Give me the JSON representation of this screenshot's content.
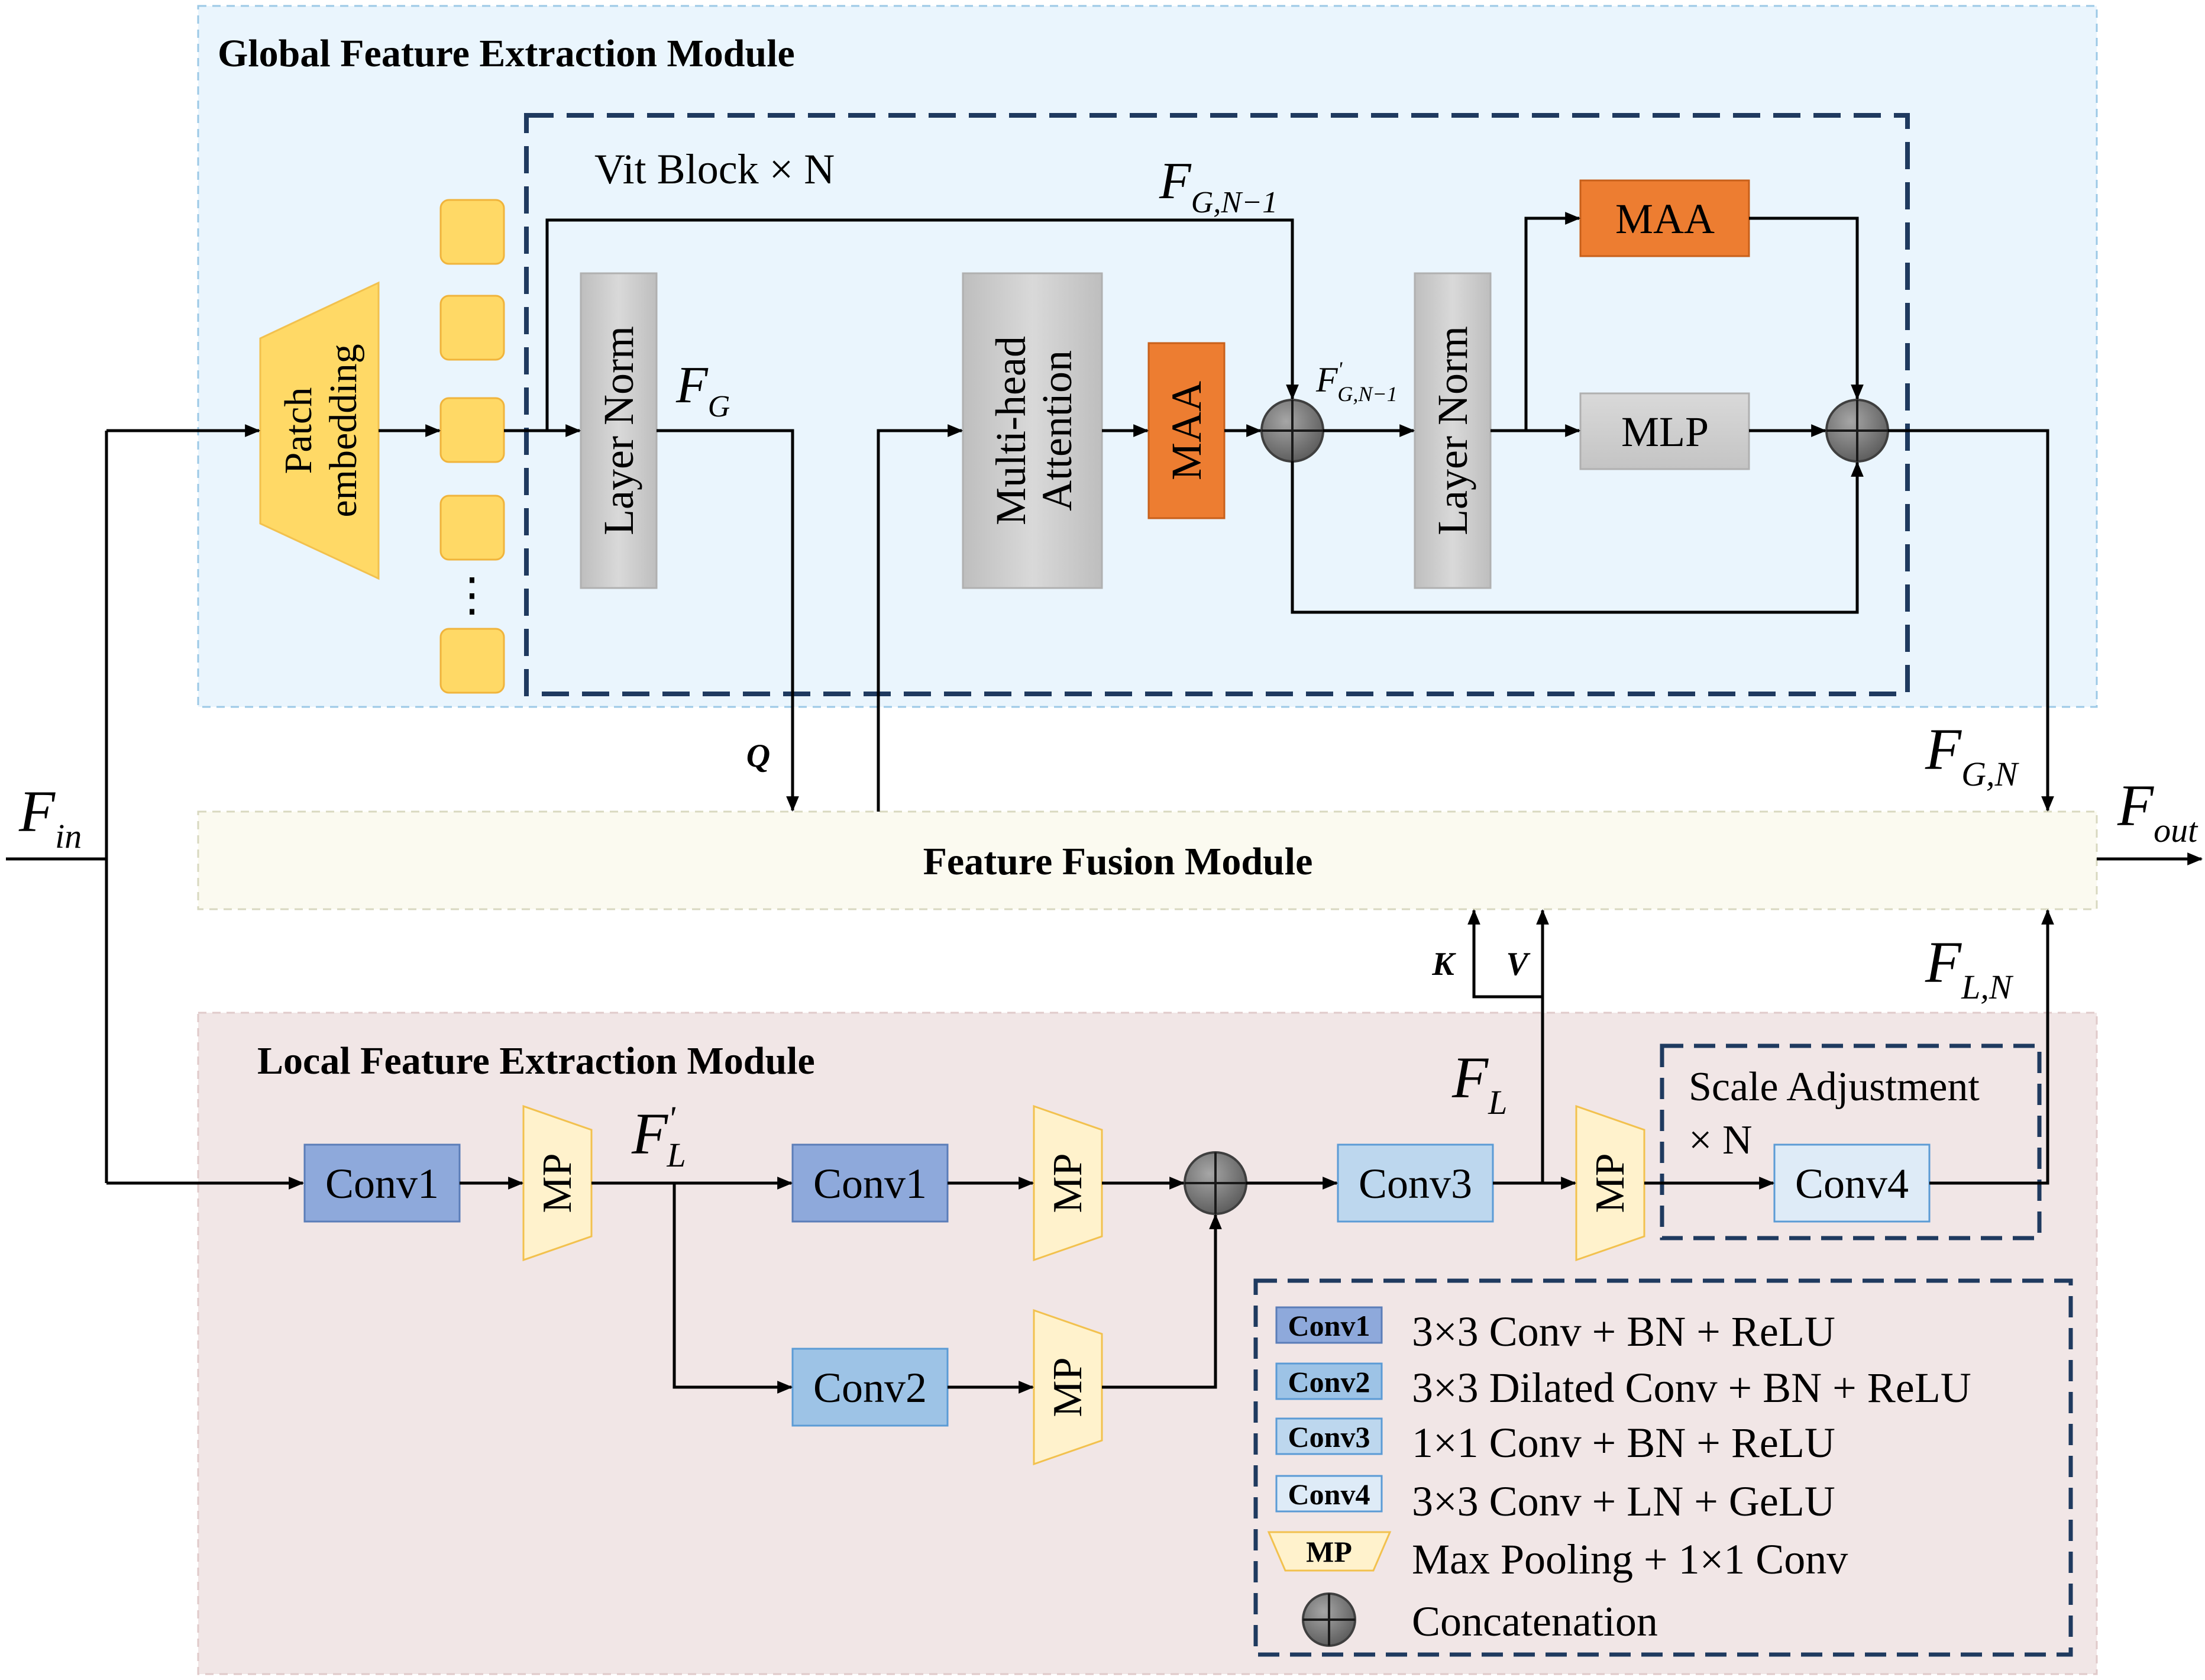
{
  "global_module": {
    "title": "Global Feature Extraction Module",
    "vit_block_label": "Vit Block × N",
    "patch_embedding": [
      "Patch",
      "embedding"
    ],
    "patch_dots": "⋮",
    "layer_norm": "Layer Norm",
    "multi_head_attention": [
      "Multi-head",
      "Attention"
    ],
    "maa": "MAA",
    "mlp": "MLP"
  },
  "fusion_module": {
    "title": "Feature Fusion Module"
  },
  "local_module": {
    "title": "Local Feature Extraction Module",
    "conv1": "Conv1",
    "conv2": "Conv2",
    "conv3": "Conv3",
    "conv4": "Conv4",
    "mp": "MP",
    "scale_adjustment": [
      "Scale Adjustment",
      "× N"
    ]
  },
  "signals": {
    "f_in": {
      "base": "F",
      "sub": "in"
    },
    "f_out": {
      "base": "F",
      "sub": "out"
    },
    "f_g": {
      "base": "F",
      "sub": "G"
    },
    "f_g_n1": {
      "base": "F",
      "sub": "G,N−1"
    },
    "f_g_n1_prime": {
      "base": "F",
      "prime": "'",
      "sub": "G,N−1"
    },
    "f_g_n": {
      "base": "F",
      "sub": "G,N"
    },
    "f_l": {
      "base": "F",
      "sub": "L"
    },
    "f_l_prime": {
      "base": "F",
      "prime": "'",
      "sub": "L"
    },
    "f_l_n": {
      "base": "F",
      "sub": "L,N"
    },
    "q": "Q",
    "k": "K",
    "v": "V"
  },
  "legend": {
    "items": [
      {
        "key": "Conv1",
        "text": "3×3 Conv + BN + ReLU"
      },
      {
        "key": "Conv2",
        "text": "3×3 Dilated Conv + BN + ReLU"
      },
      {
        "key": "Conv3",
        "text": "1×1 Conv + BN + ReLU"
      },
      {
        "key": "Conv4",
        "text": "3×3 Conv + LN + GeLU"
      },
      {
        "key": "MP",
        "text": "Max Pooling + 1×1 Conv"
      },
      {
        "key": "",
        "text": "Concatenation"
      }
    ]
  },
  "colors": {
    "global_bg": "#EAF5FD",
    "local_bg": "#F1E6E6",
    "fusion_bg": "#FBFAF0",
    "maa": "#ED7D31",
    "gray_block": "#CFCFCF",
    "patch": "#FFD966",
    "mp": "#FFF2CC",
    "conv1": "#8EA9DB",
    "conv2": "#9DC3E6",
    "conv3": "#BDD7EE",
    "conv4": "#DEEBF7",
    "dash_border": "#1F3A5F",
    "concat": "#7F7F7F"
  }
}
